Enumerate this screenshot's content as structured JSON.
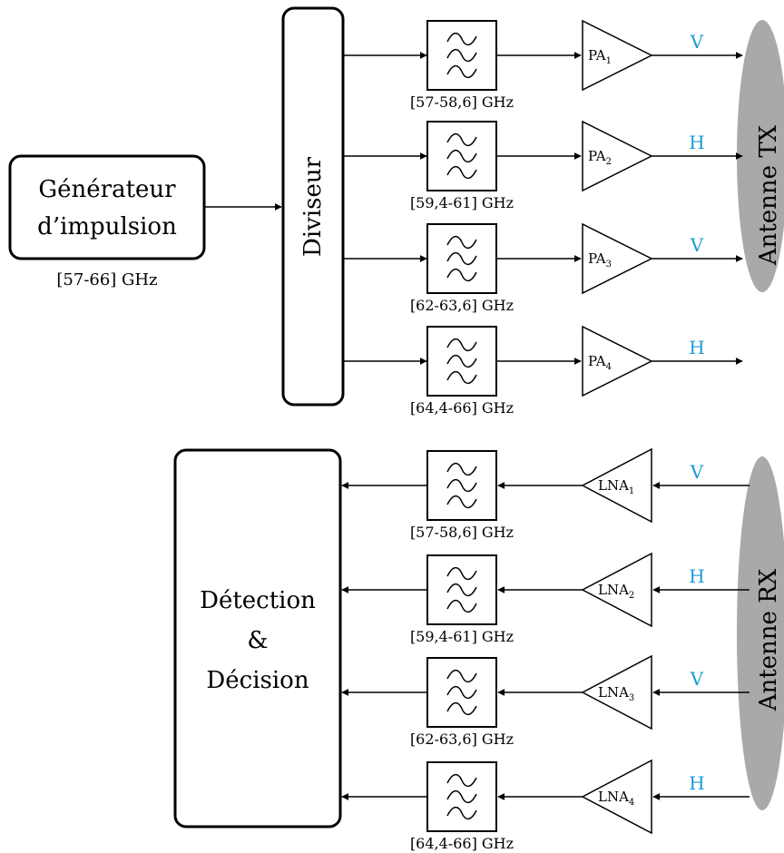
{
  "colors": {
    "polarization": "#1a9bd7",
    "antenna_fill": "#a9a9a9",
    "stroke": "#000000"
  },
  "tx": {
    "generator": {
      "line1": "Générateur",
      "line2": "d’impulsion",
      "band": "[57-66] GHz"
    },
    "divider": "Diviseur",
    "antenna": "Antenne TX",
    "channels": [
      {
        "filter_band": "[57-58,6] GHz",
        "amp": "PA",
        "sub": "1",
        "pol": "V"
      },
      {
        "filter_band": "[59,4-61] GHz",
        "amp": "PA",
        "sub": "2",
        "pol": "H"
      },
      {
        "filter_band": "[62-63,6] GHz",
        "amp": "PA",
        "sub": "3",
        "pol": "V"
      },
      {
        "filter_band": "[64,4-66] GHz",
        "amp": "PA",
        "sub": "4",
        "pol": "H"
      }
    ]
  },
  "rx": {
    "detection": {
      "line1": "Détection",
      "line2": "&",
      "line3": "Décision"
    },
    "antenna": "Antenne RX",
    "channels": [
      {
        "filter_band": "[57-58,6] GHz",
        "amp": "LNA",
        "sub": "1",
        "pol": "V"
      },
      {
        "filter_band": "[59,4-61] GHz",
        "amp": "LNA",
        "sub": "2",
        "pol": "H"
      },
      {
        "filter_band": "[62-63,6] GHz",
        "amp": "LNA",
        "sub": "3",
        "pol": "V"
      },
      {
        "filter_band": "[64,4-66] GHz",
        "amp": "LNA",
        "sub": "4",
        "pol": "H"
      }
    ]
  }
}
